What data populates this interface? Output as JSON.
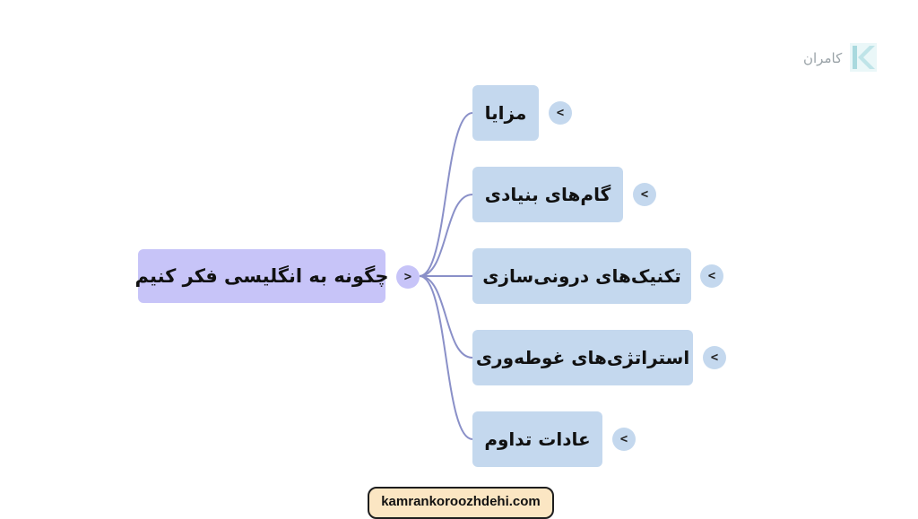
{
  "logo": {
    "text": "کامران",
    "icon": "k-letter-logo"
  },
  "colors": {
    "root": "#c7c4f8",
    "child": "#c4d8ee",
    "connector": "#8a90c8",
    "badge": "#fbe6c3"
  },
  "mindmap": {
    "root": {
      "label": "چگونه به انگلیسی فکر کنیم",
      "toggle": ">"
    },
    "children": [
      {
        "label": "مزایا",
        "toggle": "<"
      },
      {
        "label": "گام‌های بنیادی",
        "toggle": "<"
      },
      {
        "label": "تکنیک‌های درونی‌سازی",
        "toggle": "<"
      },
      {
        "label": "استراتژی‌های غوطه‌وری",
        "toggle": "<"
      },
      {
        "label": "عادات تداوم",
        "toggle": "<"
      }
    ]
  },
  "footer": {
    "website": "kamrankoroozhdehi.com"
  }
}
